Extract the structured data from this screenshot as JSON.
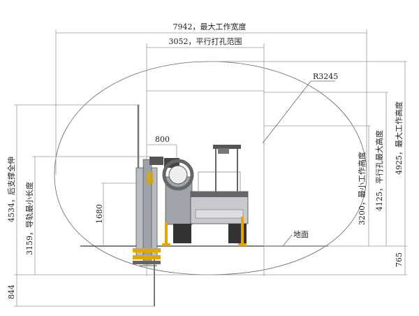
{
  "dimensions": {
    "overall_width": "7942，最大工作宽度",
    "parallel_range": "3052，平行打孔范围",
    "radius": "R3245",
    "offset_800": "800",
    "height_1680": "1680",
    "rear_support": "4534，后支撑全伸",
    "guide_min_length": "3159，导轨最小长度",
    "below_ground_left": "844",
    "min_work_height": "3200，最小工作高度",
    "parallel_max_height": "4125，平行孔最大高度",
    "max_work_height": "4925，最大工作高度",
    "below_ground_right": "765"
  },
  "labels": {
    "ground": "地面"
  },
  "colors": {
    "machine_gray": "#8a8f98",
    "accent_yellow": "#e0a800",
    "line": "#999999"
  }
}
